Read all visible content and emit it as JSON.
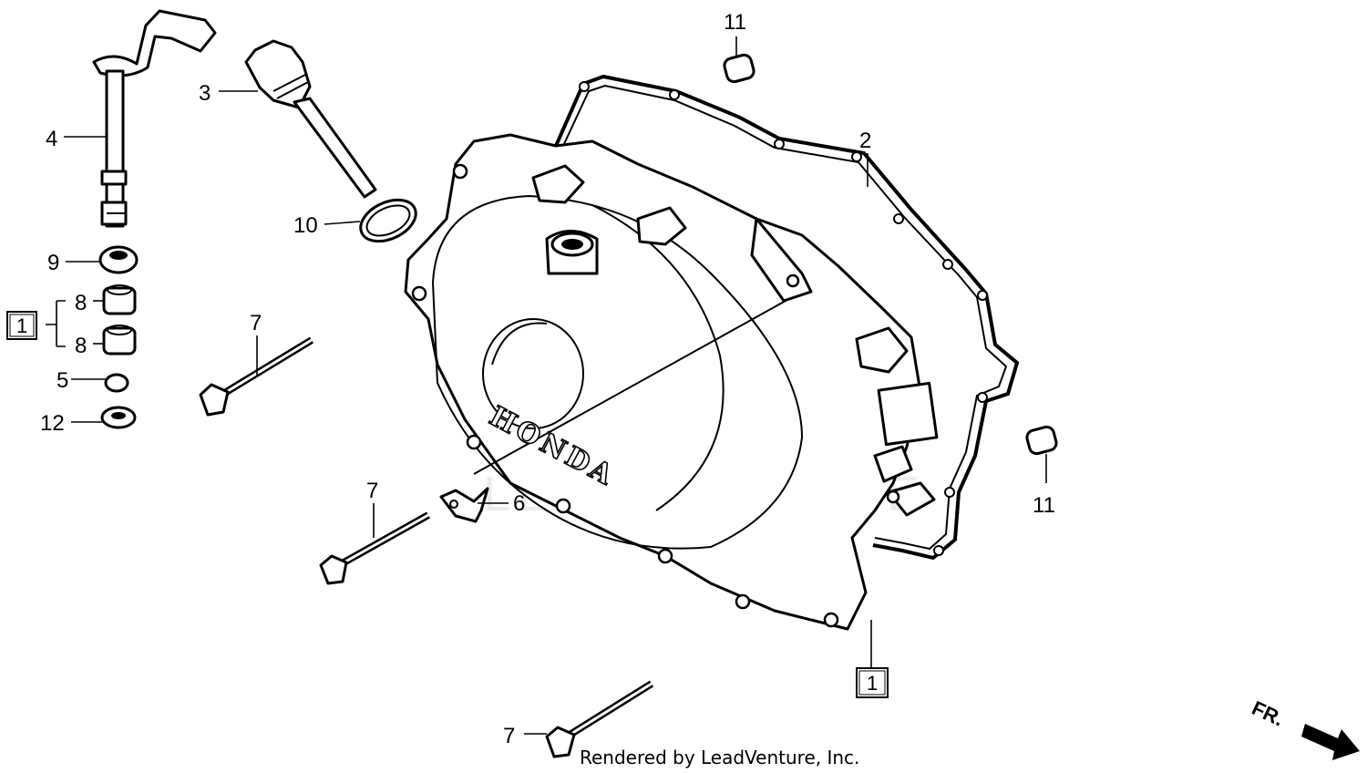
{
  "callouts": {
    "c4": "4",
    "c3": "3",
    "c11_top": "11",
    "c2": "2",
    "c10": "10",
    "c9": "9",
    "c8_a": "8",
    "c8_b": "8",
    "c5": "5",
    "c12": "12",
    "c7_a": "7",
    "c7_b": "7",
    "c7_c": "7",
    "c6": "6",
    "c11_bottom": "11"
  },
  "boxes": {
    "set_left": "1",
    "set_cover": "1"
  },
  "logo_text": "HONDA",
  "watermark": "LEADVENTURE",
  "footer": "Rendered by LeadVenture, Inc.",
  "direction": "FR."
}
